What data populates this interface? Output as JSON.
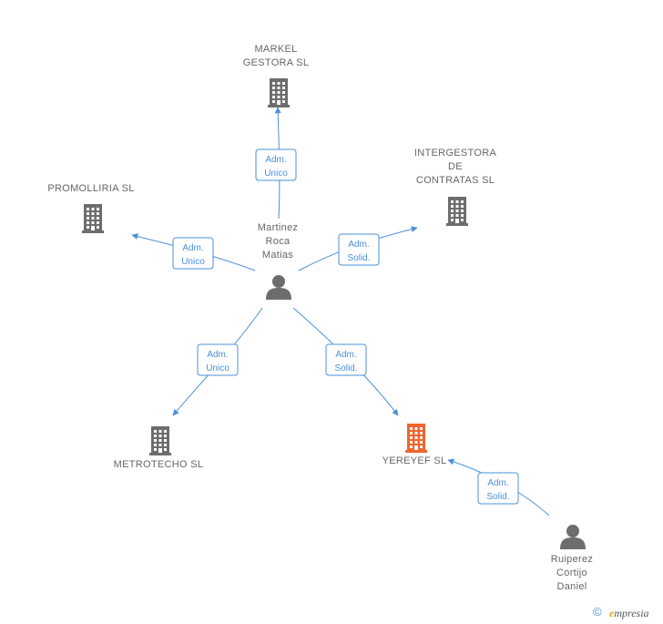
{
  "nodes": {
    "markel": {
      "lines": [
        "MARKEL",
        "GESTORA SL"
      ],
      "type": "company",
      "color": "#6d6d6d"
    },
    "intergestora": {
      "lines": [
        "INTERGESTORA",
        "DE",
        "CONTRATAS SL"
      ],
      "type": "company",
      "color": "#6d6d6d"
    },
    "promolliria": {
      "lines": [
        "PROMOLLIRIA SL"
      ],
      "type": "company",
      "color": "#6d6d6d"
    },
    "martinez": {
      "lines": [
        "Martinez",
        "Roca",
        "Matias"
      ],
      "type": "person",
      "color": "#6d6d6d"
    },
    "metrotecho": {
      "lines": [
        "METROTECHO SL"
      ],
      "type": "company",
      "color": "#6d6d6d"
    },
    "yereyef": {
      "lines": [
        "YEREYEF SL"
      ],
      "type": "company",
      "color": "#f0642d"
    },
    "ruiperez": {
      "lines": [
        "Ruiperez",
        "Cortijo",
        "Daniel"
      ],
      "type": "person",
      "color": "#6d6d6d"
    }
  },
  "edges": [
    {
      "from": "martinez",
      "to": "markel",
      "lines": [
        "Adm.",
        "Unico"
      ]
    },
    {
      "from": "martinez",
      "to": "intergestora",
      "lines": [
        "Adm.",
        "Solid."
      ]
    },
    {
      "from": "martinez",
      "to": "promolliria",
      "lines": [
        "Adm.",
        "Unico"
      ]
    },
    {
      "from": "martinez",
      "to": "metrotecho",
      "lines": [
        "Adm.",
        "Unico"
      ]
    },
    {
      "from": "martinez",
      "to": "yereyef",
      "lines": [
        "Adm.",
        "Solid."
      ]
    },
    {
      "from": "ruiperez",
      "to": "yereyef",
      "lines": [
        "Adm.",
        "Solid."
      ]
    }
  ],
  "footer": {
    "copyright": "©",
    "brand_initial": "e",
    "brand_rest": "mpresia"
  },
  "colors": {
    "edge": "#4a90d9",
    "label": "#666666"
  }
}
